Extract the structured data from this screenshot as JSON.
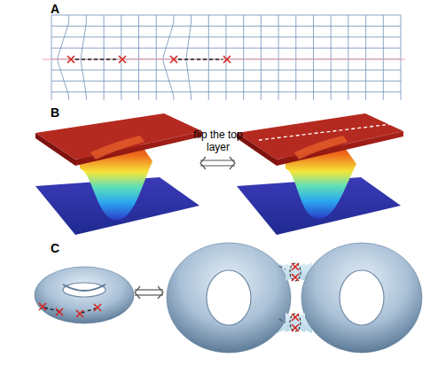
{
  "diagram": {
    "labels": [
      "A",
      "B",
      "C",
      "flip the top layer"
    ]
  }
}
